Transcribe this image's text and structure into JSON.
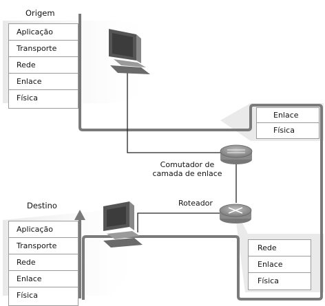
{
  "labels": {
    "source": "Origem",
    "destination": "Destino",
    "switch": [
      "Comutador de",
      "camada de enlace"
    ],
    "router": "Roteador"
  },
  "source_stack": [
    "Aplicação",
    "Transporte",
    "Rede",
    "Enlace",
    "Física"
  ],
  "destination_stack": [
    "Aplicação",
    "Transporte",
    "Rede",
    "Enlace",
    "Física"
  ],
  "switch_stack": [
    "Enlace",
    "Física"
  ],
  "router_stack": [
    "Rede",
    "Enlace",
    "Física"
  ],
  "colors": {
    "path": "#7a7a7a",
    "stack_border": "#9a9a9a",
    "device_gray": "#8c8c8c"
  }
}
